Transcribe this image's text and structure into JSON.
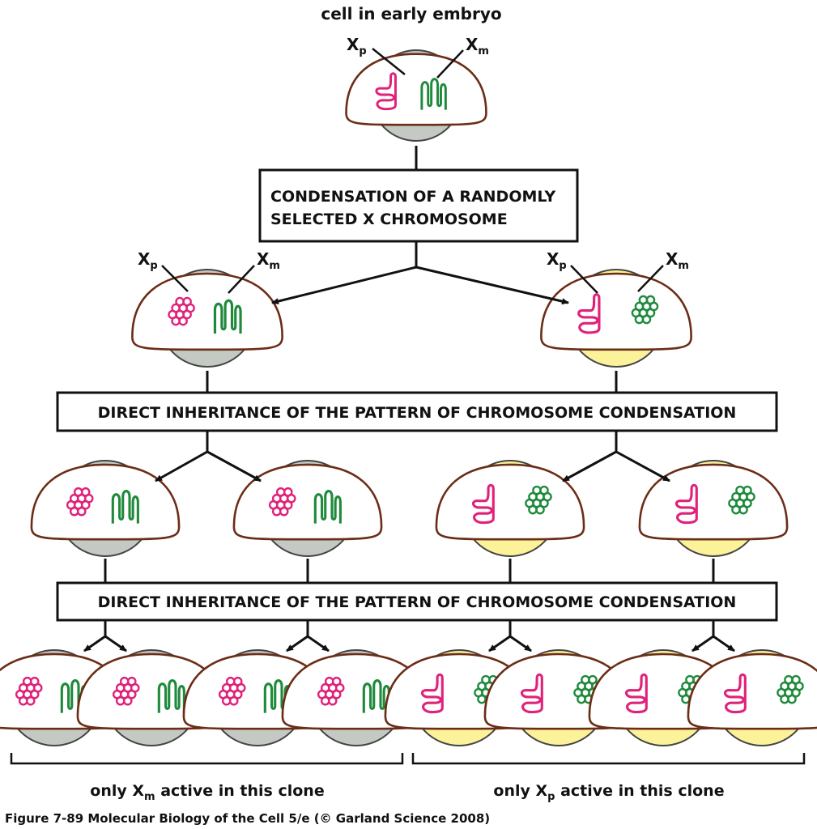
{
  "title": "cell in early embryo",
  "labels": {
    "xp_base": "X",
    "xp_sub": "p",
    "xm_base": "X",
    "xm_sub": "m"
  },
  "steps": {
    "step1_line1": "CONDENSATION OF A RANDOMLY",
    "step1_line2": "SELECTED X CHROMOSOME",
    "step2": "DIRECT INHERITANCE OF THE PATTERN OF CHROMOSOME CONDENSATION",
    "step3": "DIRECT INHERITANCE OF THE PATTERN OF CHROMOSOME CONDENSATION"
  },
  "clones": {
    "left_prefix": "only X",
    "left_sub": "m",
    "left_suffix": " active in this clone",
    "right_prefix": "only X",
    "right_sub": "p",
    "right_suffix": " active in this clone"
  },
  "caption": "Figure 7-89  Molecular Biology of the Cell 5/e (© Garland Science 2008)",
  "colors": {
    "cell_gray": "#c4c9c4",
    "cell_yellow": "#fbf29a",
    "nucleus_border": "#6b2d16",
    "paternal": "#e0227a",
    "maternal": "#1f8a3c"
  }
}
